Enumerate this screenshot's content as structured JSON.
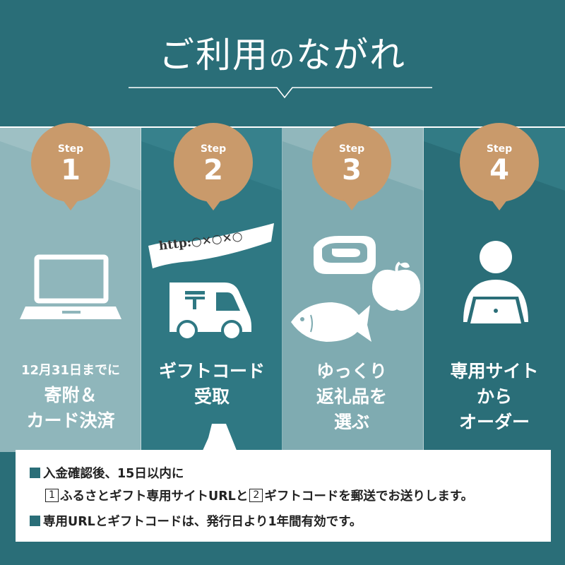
{
  "title": {
    "main_1": "ご利用",
    "connector": "の",
    "main_2": "ながれ"
  },
  "colors": {
    "background": "#2a6e78",
    "panel_light": "#8fb6bb",
    "panel_mid": "#7fabb1",
    "panel_dark": "#2a6e78",
    "bubble": "#c99a6b",
    "white": "#ffffff"
  },
  "steps": [
    {
      "label": "Step",
      "number": "1",
      "lines": [
        "12月31日までに",
        "寄附＆",
        "カード決済"
      ],
      "icon": "laptop-icon"
    },
    {
      "label": "Step",
      "number": "2",
      "lines": [
        "ギフトコード",
        "受取"
      ],
      "icon": "postal-truck-icon",
      "url_text": "http:○×○×○"
    },
    {
      "label": "Step",
      "number": "3",
      "lines": [
        "ゆっくり",
        "返礼品を",
        "選ぶ"
      ],
      "icon": "meat-apple-fish-icon"
    },
    {
      "label": "Step",
      "number": "4",
      "lines": [
        "専用サイト",
        "から",
        "オーダー"
      ],
      "icon": "person-laptop-icon"
    }
  ],
  "notice": {
    "line1": "入金確認後、15日以内に",
    "line2_num1": "1",
    "line2_part1": "ふるさとギフト専用サイトURLと",
    "line2_num2": "2",
    "line2_part2": "ギフトコードを郵送でお送りします。",
    "line3": "専用URLとギフトコードは、発行日より1年間有効です。"
  }
}
